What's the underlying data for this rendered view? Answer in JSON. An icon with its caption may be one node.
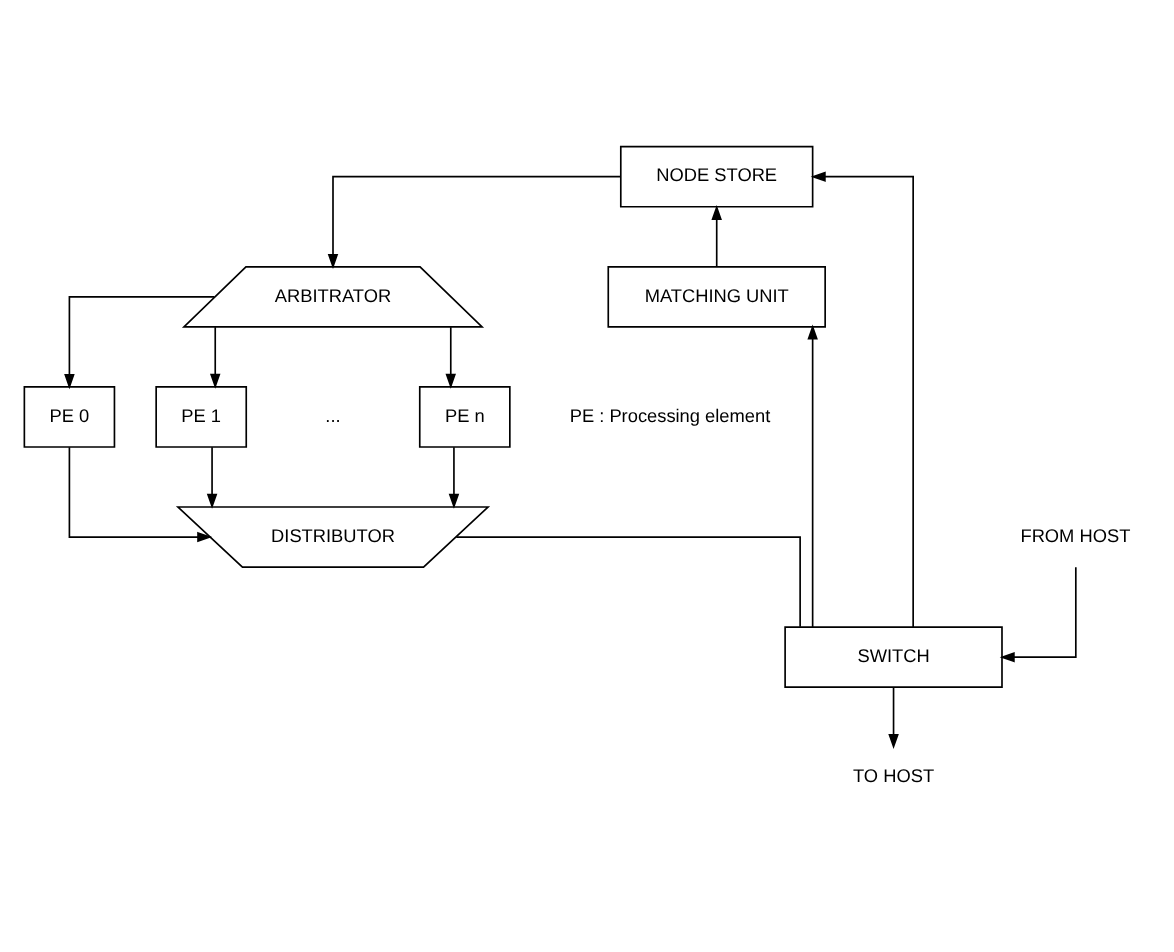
{
  "diagram": {
    "nodes": [
      {
        "text": [
          "NODE STORE"
        ]
      },
      {
        "text": [
          "ARBITRATOR"
        ]
      },
      {
        "text": [
          "PE 0"
        ]
      },
      {
        "text": [
          "PE 1"
        ]
      },
      {
        "text": [
          "PE n"
        ]
      },
      {
        "text": [
          "DISTRIBUTOR"
        ]
      },
      {
        "text": [
          "MATCHING UNIT"
        ]
      },
      {
        "text": [
          "SWITCH"
        ]
      },
      {
        "text": [
          "TO HOST"
        ]
      },
      {
        "text": [
          "FROM HOST"
        ]
      }
    ],
    "edges": [
      {
        "from": 0,
        "to": 1,
        "arrow": "to"
      },
      {
        "from": 1,
        "to": 2,
        "arrow": "to"
      },
      {
        "from": 1,
        "to": 3,
        "arrow": "to"
      },
      {
        "from": 1,
        "to": 4,
        "arrow": "to"
      },
      {
        "from": 2,
        "to": 5,
        "arrow": "to"
      },
      {
        "from": 3,
        "to": 5,
        "arrow": "to"
      },
      {
        "from": 4,
        "to": 5,
        "arrow": "to"
      },
      {
        "from": 5,
        "to": 7,
        "arrow": "none"
      },
      {
        "from": 7,
        "to": 6,
        "arrow": "to"
      },
      {
        "from": 6,
        "to": 0,
        "arrow": "to"
      },
      {
        "from": 7,
        "to": 0,
        "arrow": "to"
      },
      {
        "from": 7,
        "to": 8,
        "arrow": "to"
      },
      {
        "from": 9,
        "to": 7,
        "arrow": "to"
      }
    ],
    "labels": [
      "...",
      "PE : Processing element"
    ]
  }
}
